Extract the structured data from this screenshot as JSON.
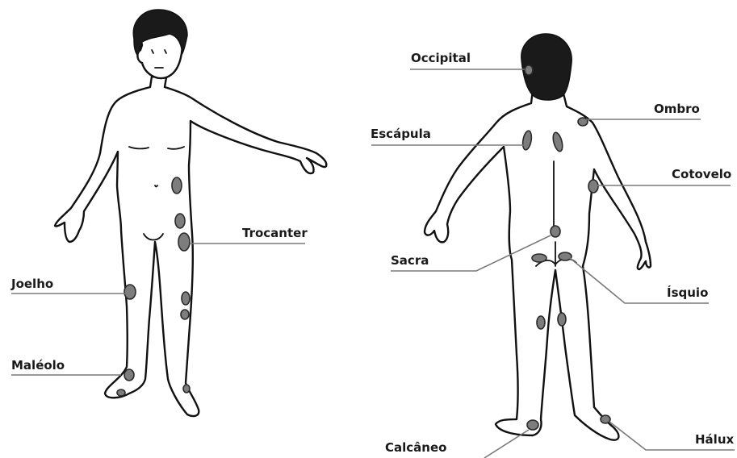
{
  "colors": {
    "pressure_spot": "#7d7d7d",
    "outline": "#111111",
    "leader_line": "#7a7a7a"
  },
  "front_figure": {
    "labels": {
      "trocanter": "Trocanter",
      "joelho": "Joelho",
      "maleolo": "Maléolo"
    }
  },
  "back_figure": {
    "labels": {
      "occipital": "Occipital",
      "ombro": "Ombro",
      "escapula": "Escápula",
      "cotovelo": "Cotovelo",
      "sacra": "Sacra",
      "isquio": "Ísquio",
      "calcaneo": "Calcâneo",
      "halux": "Hálux"
    }
  }
}
